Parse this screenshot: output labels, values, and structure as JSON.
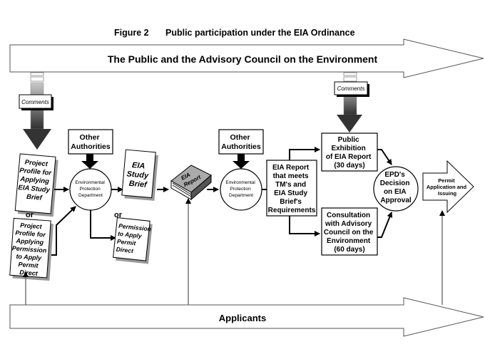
{
  "figure": {
    "number": "Figure 2",
    "title": "Public participation under the EIA Ordinance"
  },
  "top_arrow": {
    "label": "The Public and the Advisory Council on the Environment"
  },
  "bottom_arrow": {
    "label": "Applicants"
  },
  "comments": [
    "Comments",
    "Comments"
  ],
  "other_authorities": [
    [
      "Other",
      "Authorities"
    ],
    [
      "Other",
      "Authorities"
    ]
  ],
  "epd": [
    "Environmental",
    "Protection",
    "Department"
  ],
  "project_profile_1": [
    "Project",
    "Profile for",
    "Applying",
    "EIA Study",
    "Brief"
  ],
  "project_profile_2": [
    "Project",
    "Profile for",
    "Applying",
    "Permission",
    "to Apply",
    "Permit",
    "Direct"
  ],
  "or_labels": [
    "or",
    "or"
  ],
  "eia_study_brief": [
    "EIA",
    "Study",
    "Brief"
  ],
  "permission_direct": [
    "Permission",
    "to Apply",
    "Permit",
    "Direct"
  ],
  "eia_report_book": [
    "EIA",
    "Report"
  ],
  "eia_report_meets": [
    "EIA Report",
    "that meets",
    "TM's and",
    "EIA Study",
    "Brief's",
    "Requirements"
  ],
  "public_exhibition": [
    "Public",
    "Exhibition",
    "of EIA Report",
    "(30 days)"
  ],
  "consultation": [
    "Consultation",
    "with Advisory",
    "Council on the",
    "Environment",
    "(60 days)"
  ],
  "epd_decision": [
    "EPD's",
    "Decision",
    "on EIA",
    "Approval"
  ],
  "permit": [
    "Permit",
    "Application and",
    "Issuing"
  ]
}
